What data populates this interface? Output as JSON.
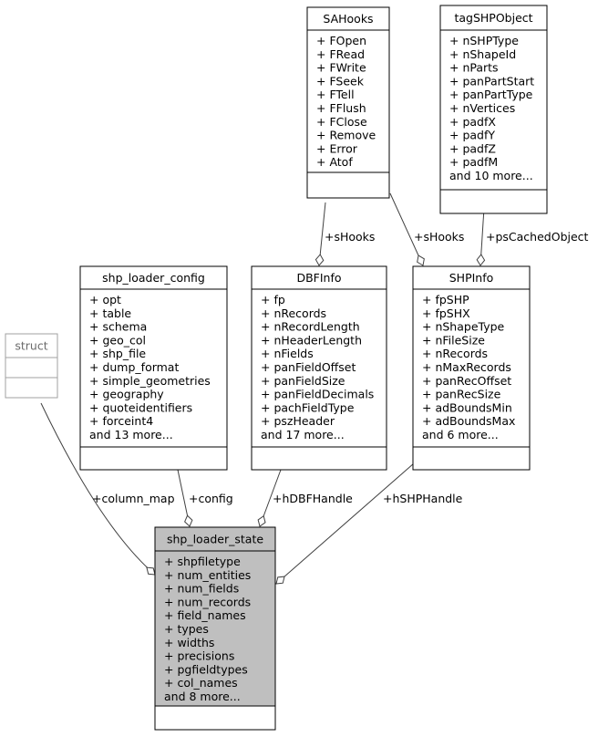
{
  "classes": {
    "sahooks": {
      "title": "SAHooks",
      "attrs": [
        "+ FOpen",
        "+ FRead",
        "+ FWrite",
        "+ FSeek",
        "+ FTell",
        "+ FFlush",
        "+ FClose",
        "+ Remove",
        "+ Error",
        "+ Atof"
      ]
    },
    "tagshpobject": {
      "title": "tagSHPObject",
      "attrs": [
        "+ nSHPType",
        "+ nShapeId",
        "+ nParts",
        "+ panPartStart",
        "+ panPartType",
        "+ nVertices",
        "+ padfX",
        "+ padfY",
        "+ padfZ",
        "+ padfM",
        "and 10 more..."
      ]
    },
    "struct": {
      "title": "struct",
      "attrs": []
    },
    "shp_loader_config": {
      "title": "shp_loader_config",
      "attrs": [
        "+ opt",
        "+ table",
        "+ schema",
        "+ geo_col",
        "+ shp_file",
        "+ dump_format",
        "+ simple_geometries",
        "+ geography",
        "+ quoteidentifiers",
        "+ forceint4",
        "and 13 more..."
      ]
    },
    "dbfinfo": {
      "title": "DBFInfo",
      "attrs": [
        "+ fp",
        "+ nRecords",
        "+ nRecordLength",
        "+ nHeaderLength",
        "+ nFields",
        "+ panFieldOffset",
        "+ panFieldSize",
        "+ panFieldDecimals",
        "+ pachFieldType",
        "+ pszHeader",
        "and 17 more..."
      ]
    },
    "shpinfo": {
      "title": "SHPInfo",
      "attrs": [
        "+ fpSHP",
        "+ fpSHX",
        "+ nShapeType",
        "+ nFileSize",
        "+ nRecords",
        "+ nMaxRecords",
        "+ panRecOffset",
        "+ panRecSize",
        "+ adBoundsMin",
        "+ adBoundsMax",
        "and 6 more..."
      ]
    },
    "shp_loader_state": {
      "title": "shp_loader_state",
      "attrs": [
        "+ shpfiletype",
        "+ num_entities",
        "+ num_fields",
        "+ num_records",
        "+ field_names",
        "+ types",
        "+ widths",
        "+ precisions",
        "+ pgfieldtypes",
        "+ col_names",
        "and 8 more..."
      ]
    }
  },
  "edges": {
    "sahooks_to_dbfinfo": "+sHooks",
    "sahooks_to_shpinfo": "+sHooks",
    "tagshpobject_to_shpinfo": "+psCachedObject",
    "struct_to_state": "+column_map",
    "config_to_state": "+config",
    "dbfinfo_to_state": "+hDBFHandle",
    "shpinfo_to_state": "+hSHPHandle"
  },
  "colors": {
    "border": "#000000",
    "struct_border": "#a0a0a0",
    "highlight_fill": "#bfbfbf",
    "edge": "#404040"
  }
}
